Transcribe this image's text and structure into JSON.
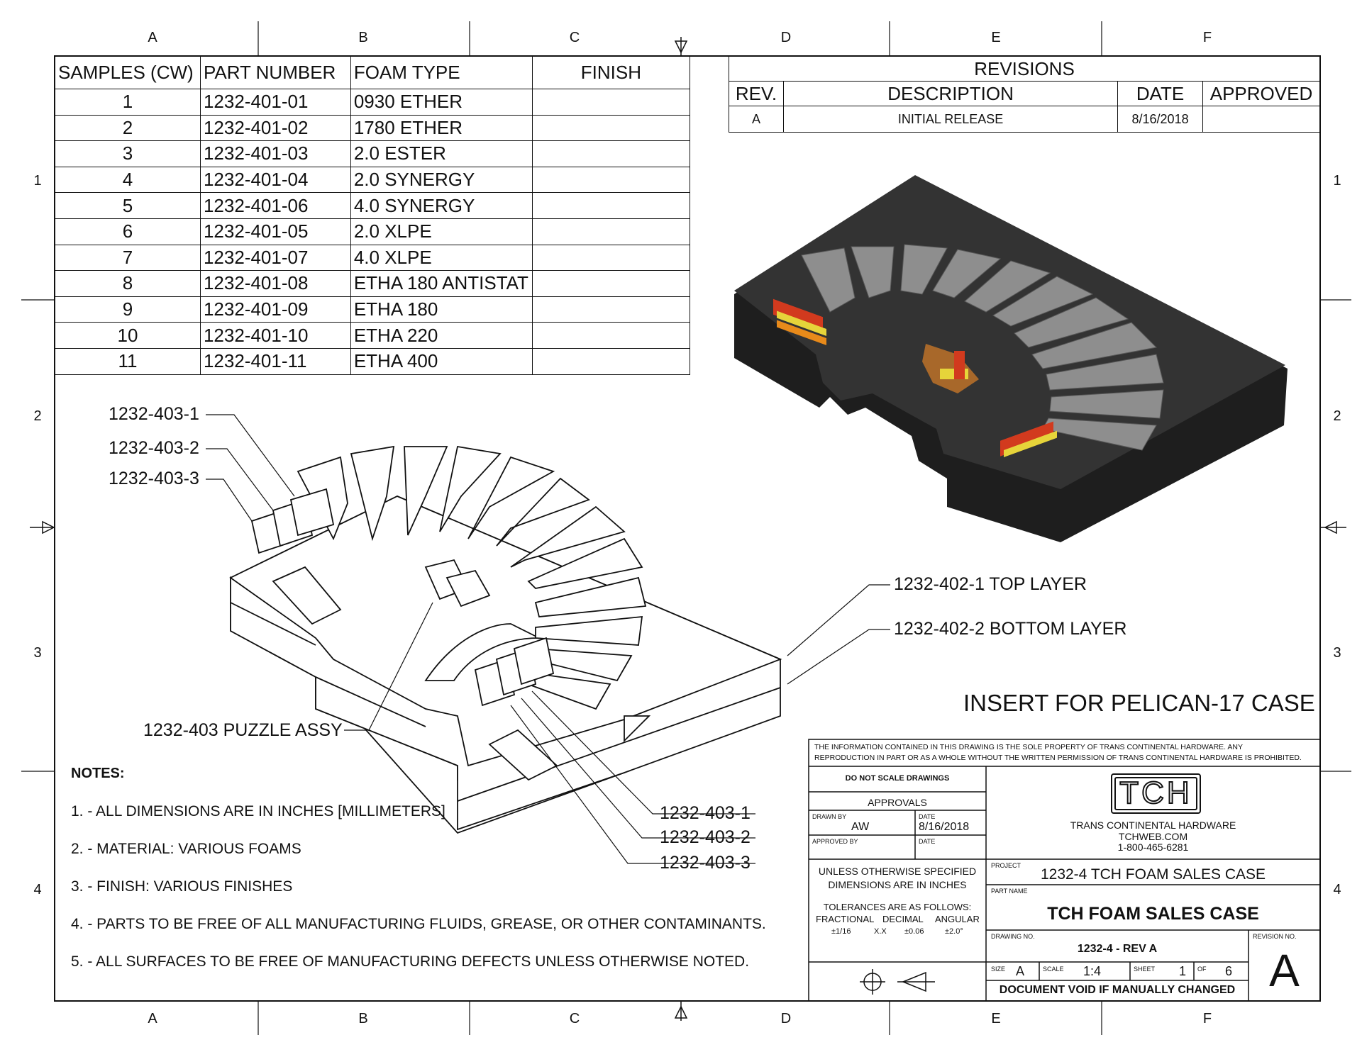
{
  "zones": {
    "columns": [
      "A",
      "B",
      "C",
      "D",
      "E",
      "F"
    ],
    "rows": [
      "1",
      "2",
      "3",
      "4"
    ]
  },
  "samples_table": {
    "headers": [
      "SAMPLES (CW)",
      "PART NUMBER",
      "FOAM TYPE",
      "FINISH"
    ],
    "rows": [
      [
        "1",
        "1232-401-01",
        "0930 ETHER",
        ""
      ],
      [
        "2",
        "1232-401-02",
        "1780 ETHER",
        ""
      ],
      [
        "3",
        "1232-401-03",
        "2.0 ESTER",
        ""
      ],
      [
        "4",
        "1232-401-04",
        "2.0 SYNERGY",
        ""
      ],
      [
        "5",
        "1232-401-06",
        "4.0 SYNERGY",
        ""
      ],
      [
        "6",
        "1232-401-05",
        "2.0 XLPE",
        ""
      ],
      [
        "7",
        "1232-401-07",
        "4.0 XLPE",
        ""
      ],
      [
        "8",
        "1232-401-08",
        "ETHA 180 ANTISTAT",
        ""
      ],
      [
        "9",
        "1232-401-09",
        "ETHA 180",
        ""
      ],
      [
        "10",
        "1232-401-10",
        "ETHA 220",
        ""
      ],
      [
        "11",
        "1232-401-11",
        "ETHA 400",
        ""
      ]
    ]
  },
  "revisions": {
    "title": "REVISIONS",
    "headers": [
      "REV.",
      "DESCRIPTION",
      "DATE",
      "APPROVED"
    ],
    "rows": [
      [
        "A",
        "INITIAL RELEASE",
        "8/16/2018",
        ""
      ]
    ]
  },
  "callouts": {
    "c1": "1232-403-1",
    "c2": "1232-403-2",
    "c3": "1232-403-3",
    "top_layer": "1232-402-1 TOP LAYER",
    "bottom_layer": "1232-402-2 BOTTOM LAYER",
    "puzzle": "1232-403 PUZZLE ASSY",
    "r1": "1232-403-1",
    "r2": "1232-403-2",
    "r3": "1232-403-3"
  },
  "insert_title": "INSERT FOR PELICAN-17 CASE",
  "notes": {
    "heading": "NOTES:",
    "items": [
      "1. - ALL DIMENSIONS ARE IN INCHES [MILLIMETERS]",
      "2. - MATERIAL: VARIOUS FOAMS",
      "3. - FINISH: VARIOUS FINISHES",
      "4. - PARTS TO BE FREE OF ALL MANUFACTURING FLUIDS, GREASE, OR OTHER CONTAMINANTS.",
      "5. - ALL SURFACES TO BE FREE OF MANUFACTURING DEFECTS UNLESS OTHERWISE NOTED."
    ]
  },
  "title_block": {
    "proprietary_1": "THE INFORMATION CONTAINED IN THIS DRAWING IS THE SOLE PROPERTY OF TRANS CONTINENTAL HARDWARE.  ANY",
    "proprietary_2": "REPRODUCTION IN PART OR AS A WHOLE WITHOUT THE WRITTEN PERMISSION OF TRANS CONTINENTAL HARDWARE IS PROHIBITED.",
    "do_not_scale": "DO NOT SCALE DRAWINGS",
    "approvals": "APPROVALS",
    "drawn_by_label": "DRAWN BY",
    "drawn_by": "AW",
    "date_label": "DATE",
    "date": "8/16/2018",
    "approved_by_label": "APPROVED BY",
    "date_label_2": "DATE",
    "logo": "TCH",
    "company": "TRANS CONTINENTAL HARDWARE",
    "web": "TCHWEB.COM",
    "phone": "1-800-465-6281",
    "unless_1": "UNLESS OTHERWISE SPECIFIED",
    "unless_2": "DIMENSIONS ARE IN INCHES",
    "tol_title": "TOLERANCES ARE AS FOLLOWS:",
    "tol_headers": [
      "FRACTIONAL",
      "DECIMAL",
      "ANGULAR"
    ],
    "tol_values": [
      "±1/16",
      "X.X",
      "±0.06",
      "±2.0°"
    ],
    "project_label": "PROJECT",
    "project": "1232-4 TCH FOAM SALES CASE",
    "part_name_label": "PART NAME",
    "part_name": "TCH FOAM SALES CASE",
    "drawing_no_label": "DRAWING NO.",
    "drawing_no": "1232-4 - REV A",
    "revision_no_label": "REVISION NO.",
    "revision": "A",
    "size_label": "SIZE",
    "size": "A",
    "scale_label": "SCALE",
    "scale": "1:4",
    "sheet_label": "SHEET",
    "sheet": "1",
    "of_label": "OF",
    "sheets": "6",
    "void": "DOCUMENT VOID IF MANUALLY CHANGED"
  },
  "colors": {
    "foam_dark": "#2b2b2b",
    "wedge_grey": "#8c8c8c",
    "puzzle_red": "#d23a1e",
    "puzzle_orange": "#e88a1a",
    "puzzle_yellow": "#e6d43a",
    "puzzle_brown": "#a8682a"
  }
}
